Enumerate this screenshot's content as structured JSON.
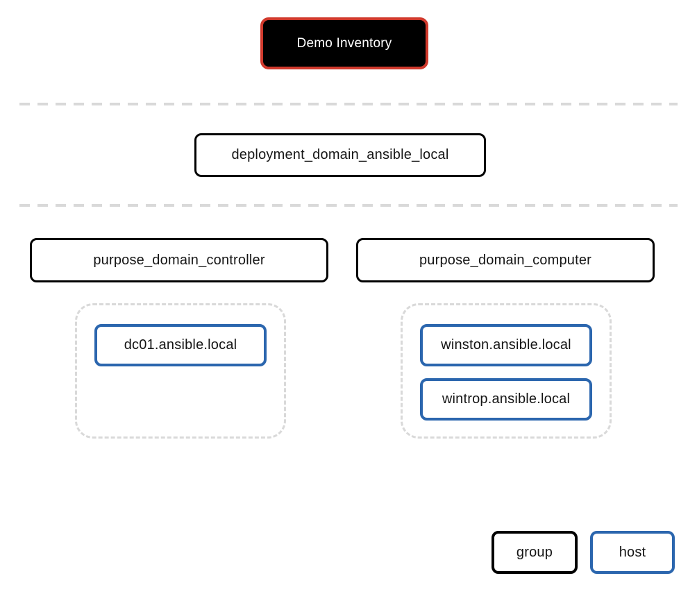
{
  "inventory": {
    "label": "Demo Inventory"
  },
  "deployment_group": {
    "label": "deployment_domain_ansible_local"
  },
  "purpose_groups": [
    {
      "label": "purpose_domain_controller",
      "hosts": [
        {
          "label": "dc01.ansible.local"
        }
      ]
    },
    {
      "label": "purpose_domain_computer",
      "hosts": [
        {
          "label": "winston.ansible.local"
        },
        {
          "label": "wintrop.ansible.local"
        }
      ]
    }
  ],
  "legend": {
    "group": "group",
    "host": "host"
  },
  "colors": {
    "inventory_border": "#d0392c",
    "inventory_bg": "#000000",
    "group_border": "#000000",
    "host_border": "#2b66ae",
    "dashed": "#d9d9d9",
    "text": "#151515"
  }
}
